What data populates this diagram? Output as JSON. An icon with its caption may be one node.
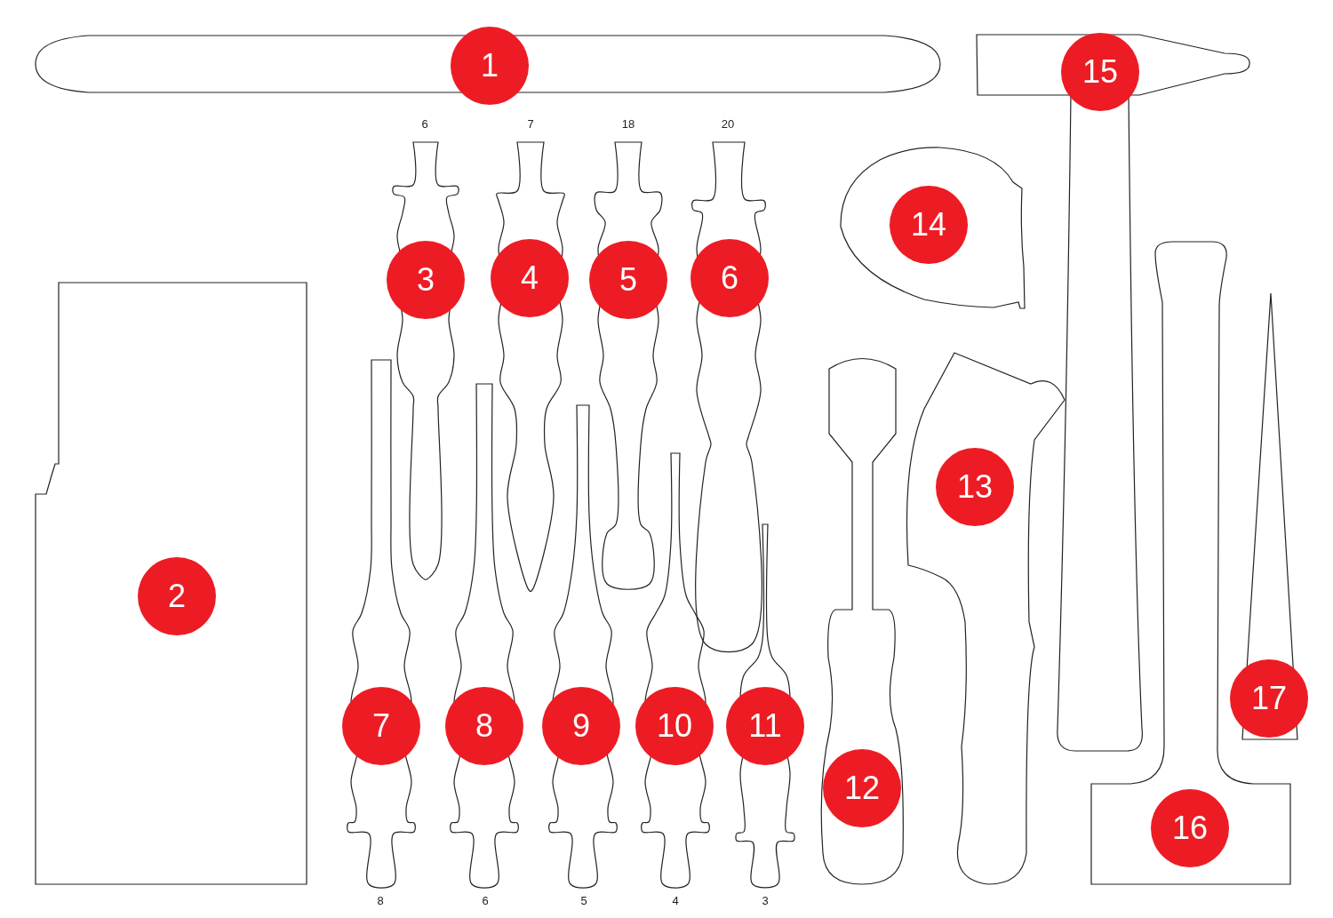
{
  "diagram": {
    "nodes": [
      {
        "text": [
          "1"
        ]
      },
      {
        "text": [
          "2"
        ]
      },
      {
        "text": [
          "3"
        ]
      },
      {
        "text": [
          "4"
        ]
      },
      {
        "text": [
          "5"
        ]
      },
      {
        "text": [
          "6"
        ]
      },
      {
        "text": [
          "7"
        ]
      },
      {
        "text": [
          "8"
        ]
      },
      {
        "text": [
          "9"
        ]
      },
      {
        "text": [
          "10"
        ]
      },
      {
        "text": [
          "11"
        ]
      },
      {
        "text": [
          "12"
        ]
      },
      {
        "text": [
          "13"
        ]
      },
      {
        "text": [
          "14"
        ]
      },
      {
        "text": [
          "15"
        ]
      },
      {
        "text": [
          "16"
        ]
      },
      {
        "text": [
          "17"
        ]
      }
    ],
    "labels": [
      "6",
      "7",
      "18",
      "20",
      "8",
      "6",
      "5",
      "4",
      "3"
    ]
  }
}
